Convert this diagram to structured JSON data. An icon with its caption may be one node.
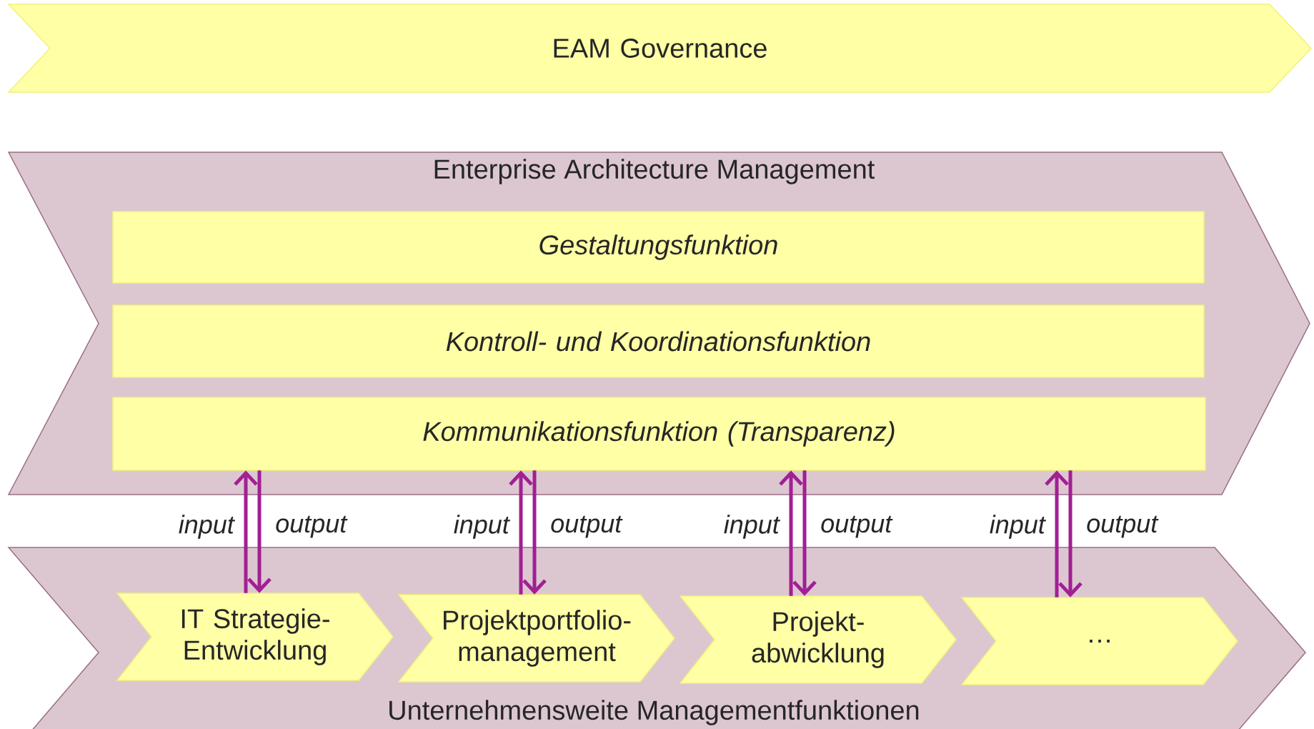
{
  "diagram": {
    "nodes": [
      {
        "text": [
          "EAM Governance"
        ]
      },
      {
        "text": [
          "Enterprise Architecture Management"
        ]
      },
      {
        "text": [
          "Gestaltungsfunktion"
        ],
        "in": 1
      },
      {
        "text": [
          "Kontroll- und Koordinationsfunktion"
        ],
        "in": 1
      },
      {
        "text": [
          "Kommunikationsfunktion (Transparenz)"
        ],
        "in": 1
      },
      {
        "text": [
          "Unternehmensweite Managementfunktionen"
        ]
      },
      {
        "text": [
          "IT Strategie- Entwicklung"
        ],
        "in": 5
      },
      {
        "text": [
          "Projektportfolio- management"
        ],
        "in": 5
      },
      {
        "text": [
          "Projekt- abwicklung"
        ],
        "in": 5
      },
      {
        "text": [
          "…"
        ],
        "in": 5
      }
    ],
    "edges": [
      {
        "from": 6,
        "to": 4,
        "arrow": "to",
        "label": "input"
      },
      {
        "from": 4,
        "to": 6,
        "arrow": "to",
        "label": "output"
      },
      {
        "from": 7,
        "to": 4,
        "arrow": "to",
        "label": "input"
      },
      {
        "from": 4,
        "to": 7,
        "arrow": "to",
        "label": "output"
      },
      {
        "from": 8,
        "to": 4,
        "arrow": "to",
        "label": "input"
      },
      {
        "from": 4,
        "to": 8,
        "arrow": "to",
        "label": "output"
      },
      {
        "from": 9,
        "to": 4,
        "arrow": "to",
        "label": "input"
      },
      {
        "from": 4,
        "to": 9,
        "arrow": "to",
        "label": "output"
      }
    ]
  }
}
